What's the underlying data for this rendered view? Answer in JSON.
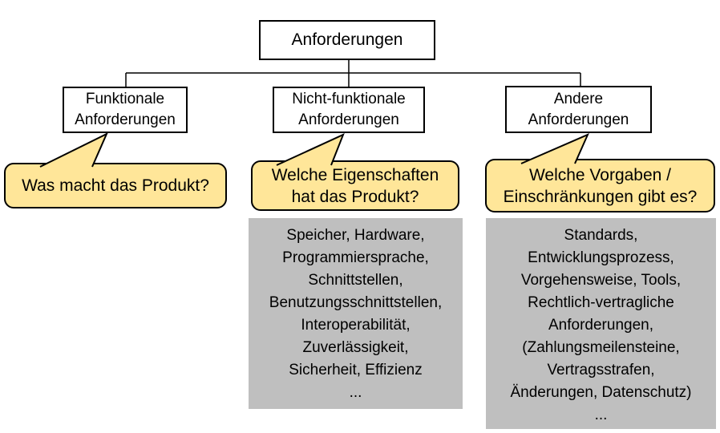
{
  "diagram": {
    "title": "Anforderungen",
    "root_box": {
      "label": "Anforderungen"
    },
    "branches": [
      {
        "id": "funktionale-anforderungen",
        "box_lines": [
          "Funktionale",
          "Anforderungen"
        ],
        "bubble_lines": [
          "Was macht das Produkt?"
        ],
        "detail_lines": []
      },
      {
        "id": "nicht-funktionale-anforderungen",
        "box_lines": [
          "Nicht-funktionale",
          "Anforderungen"
        ],
        "bubble_lines": [
          "Welche Eigenschaften",
          "hat das Produkt?"
        ],
        "detail_lines": [
          "Speicher, Hardware,",
          "Programmiersprache,",
          "Schnittstellen,",
          "Benutzungsschnittstellen,",
          "Interoperabilität,",
          "Zuverlässigkeit,",
          "Sicherheit, Effizienz",
          "..."
        ]
      },
      {
        "id": "andere-anforderungen",
        "box_lines": [
          "Andere",
          "Anforderungen"
        ],
        "bubble_lines": [
          "Welche Vorgaben /",
          "Einschränkungen gibt es?"
        ],
        "detail_lines": [
          "Standards,",
          "Entwicklungsprozess,",
          "Vorgehensweise, Tools,",
          "Rechtlich-vertragliche",
          "Anforderungen,",
          "(Zahlungsmeilensteine,",
          "Vertragsstrafen,",
          "Änderungen, Datenschutz)",
          "..."
        ]
      }
    ],
    "colors": {
      "bubble_fill": "#FFE699",
      "bubble_border": "#000000",
      "detail_fill": "#BFBFBF",
      "box_fill": "#FFFFFF",
      "box_border": "#000000",
      "connector": "#000000",
      "background": "#FFFFFF"
    }
  }
}
